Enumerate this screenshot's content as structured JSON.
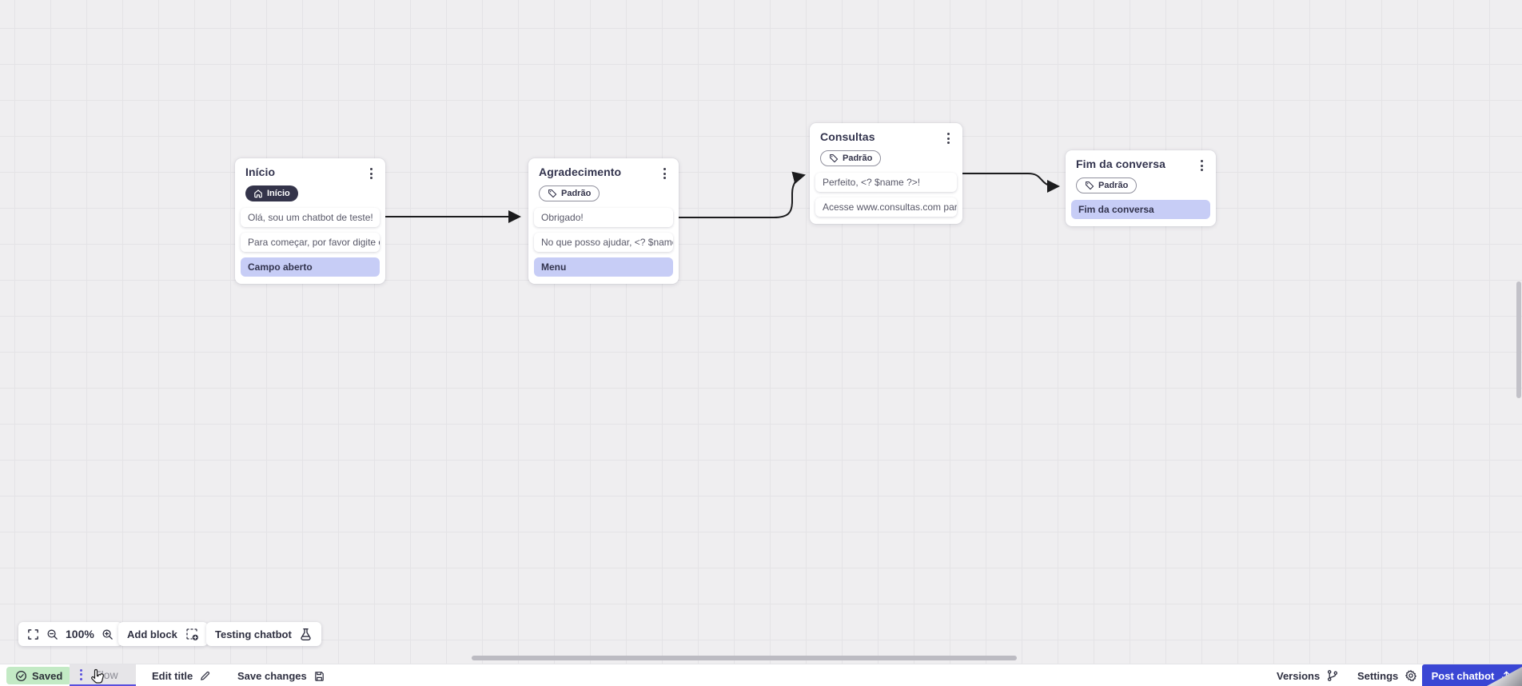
{
  "canvas": {
    "nodes": [
      {
        "title": "Início",
        "badge": "Início",
        "rows": [
          "Olá, sou um chatbot de teste!",
          "Para começar, por favor digite o ...",
          "Campo aberto"
        ]
      },
      {
        "title": "Agradecimento",
        "badge": "Padrão",
        "rows": [
          "Obrigado!",
          "No que posso ajudar, <? $name ...",
          "Menu"
        ]
      },
      {
        "title": "Consultas",
        "badge": "Padrão",
        "rows": [
          "Perfeito, <? $name ?>!",
          "Acesse www.consultas.com par..."
        ]
      },
      {
        "title": "Fim da conversa",
        "badge": "Padrão",
        "rows": [
          "Fim da conversa"
        ]
      }
    ]
  },
  "toolbar": {
    "zoom_level": "100%",
    "add_block": "Add block",
    "testing_chatbot": "Testing chatbot"
  },
  "statusbar": {
    "saved": "Saved",
    "flow": "Flow",
    "edit_title": "Edit title",
    "save_changes": "Save changes",
    "versions": "Versions",
    "settings": "Settings",
    "post_chatbot": "Post chatbot"
  },
  "colors": {
    "accent": "#3a46d4",
    "highlight_row": "#c7cdf6",
    "badge_dark": "#34344a",
    "saved_bg": "#c3eac5",
    "flow_underline": "#5a50dd"
  }
}
